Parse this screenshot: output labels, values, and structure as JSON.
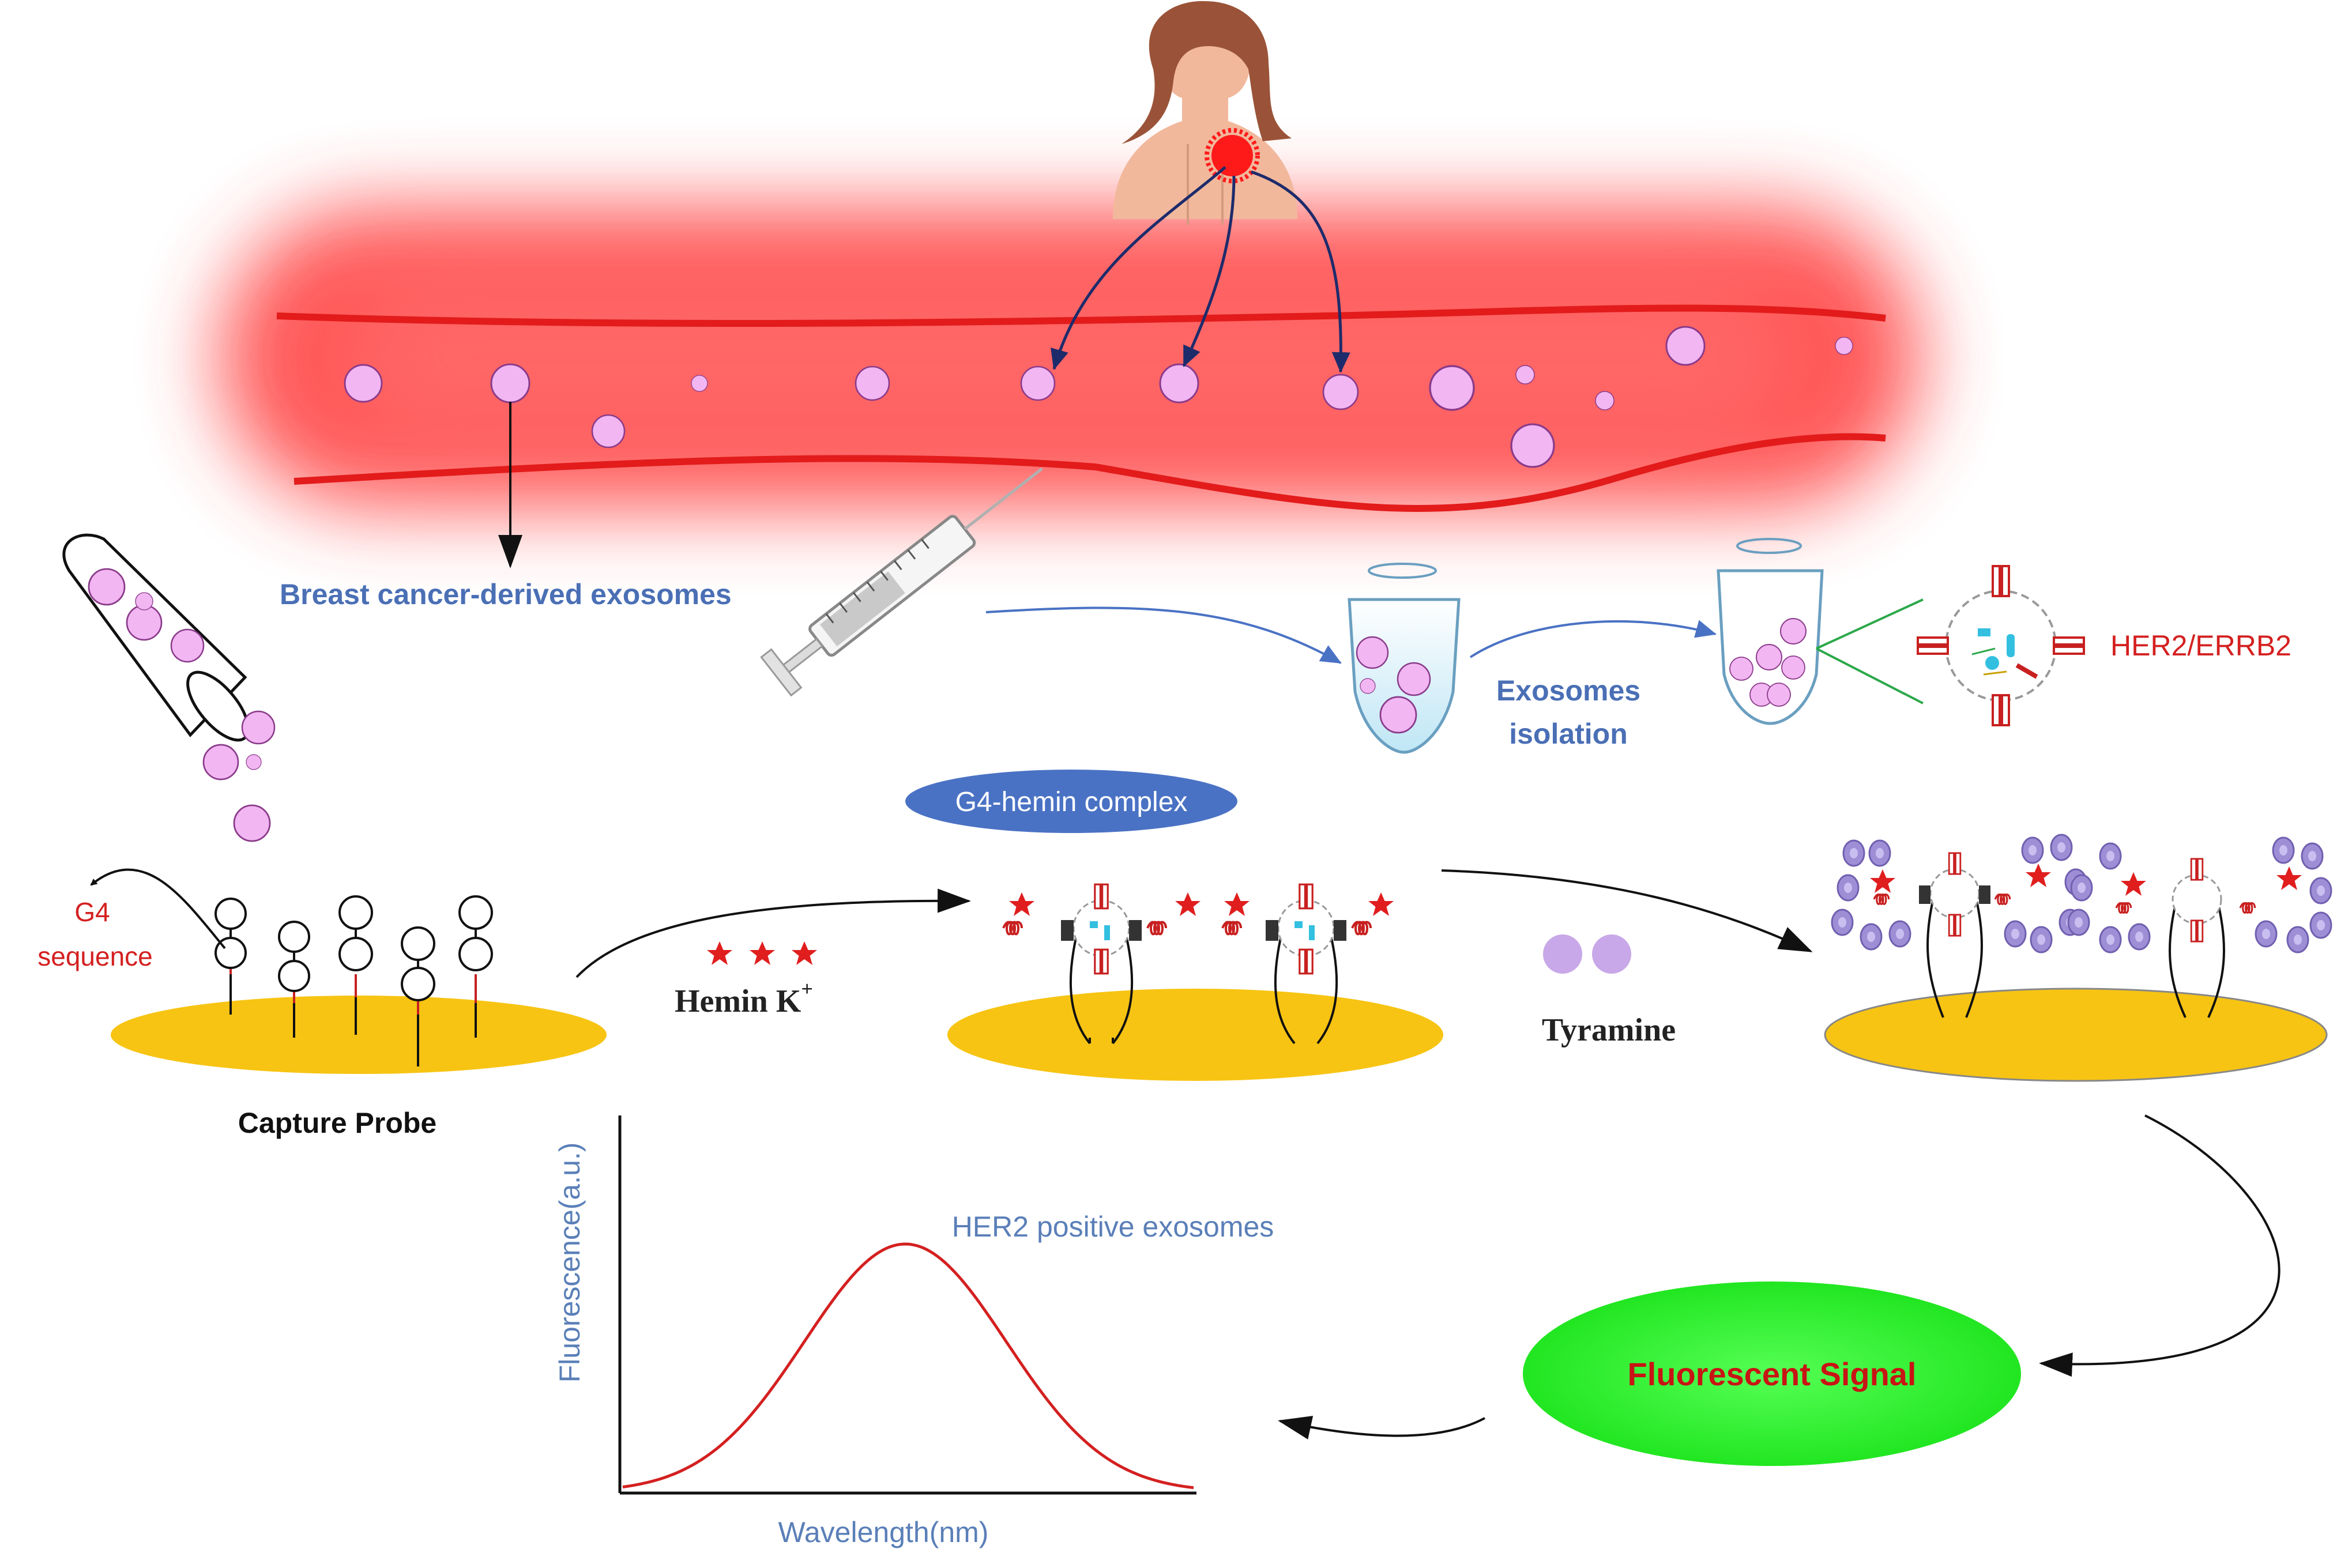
{
  "labels": {
    "breast_cancer_exosomes": "Breast cancer-derived exosomes",
    "exosomes_isolation_line1": "Exosomes",
    "exosomes_isolation_line2": "isolation",
    "her2": "HER2/ERRB2",
    "g4_line1": "G4",
    "g4_line2": "sequence",
    "g4_hemin_complex": "G4-hemin complex",
    "hemin": "Hemin K",
    "hemin_sup": "+",
    "tyramine": "Tyramine",
    "capture_probe": "Capture Probe",
    "fluorescent_signal": "Fluorescent Signal",
    "plot_peak_label": "HER2 positive exosomes",
    "plot_ylabel": "Fluorescence(a.u.)",
    "plot_xlabel": "Wavelength(nm)"
  },
  "colors": {
    "vessel_glow": "#ff4d4d",
    "vessel_wall": "#e31b1b",
    "exosome_fill": "#f2b6f2",
    "exosome_stroke": "#8a3b8a",
    "gold_surface": "#f7c413",
    "label_blue": "#4a6fb5",
    "label_red": "#d42020",
    "complex_ellipse": "#4a72c4",
    "signal_green": "#22ee22",
    "peak_curve": "#d42020",
    "tyramine_purple": "#c8a8e8"
  },
  "icons": [
    "woman-patient-icon",
    "tumor-icon",
    "syringe-icon",
    "tube-icon",
    "centrifuge-tube-icon",
    "her2-receptor-icon",
    "star-icon"
  ]
}
